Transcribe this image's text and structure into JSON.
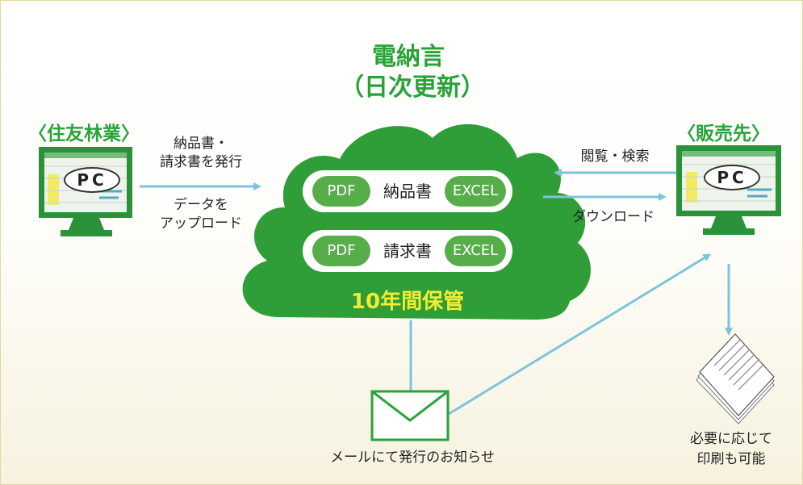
{
  "title": {
    "line1": "電納言",
    "line2": "（日次更新）"
  },
  "left_party": {
    "heading": "〈住友林業〉",
    "pc_label": "PC",
    "action_issue_line1": "納品書・",
    "action_issue_line2": "請求書を発行",
    "action_upload_line1": "データを",
    "action_upload_line2": "アップロード"
  },
  "cloud": {
    "rows": [
      {
        "left_tag": "PDF",
        "name": "納品書",
        "right_tag": "EXCEL"
      },
      {
        "left_tag": "PDF",
        "name": "請求書",
        "right_tag": "EXCEL"
      }
    ],
    "storage": "10年間保管"
  },
  "right_party": {
    "heading": "〈販売先〉",
    "pc_label": "PC",
    "action_browse": "閲覧・検索",
    "action_download": "ダウンロード"
  },
  "mail": {
    "caption": "メールにて発行のお知らせ"
  },
  "print": {
    "line1": "必要に応じて",
    "line2": "印刷も可能"
  },
  "icons": {
    "monitor": "monitor-icon",
    "envelope": "envelope-icon",
    "paper": "paper-stack-icon"
  },
  "colors": {
    "green": "#2aa23a",
    "cloud_fill": "#2f9e38",
    "oval_fill": "#56ad49",
    "arrow": "#7cc4dc",
    "storage_text": "#f4ec31"
  }
}
